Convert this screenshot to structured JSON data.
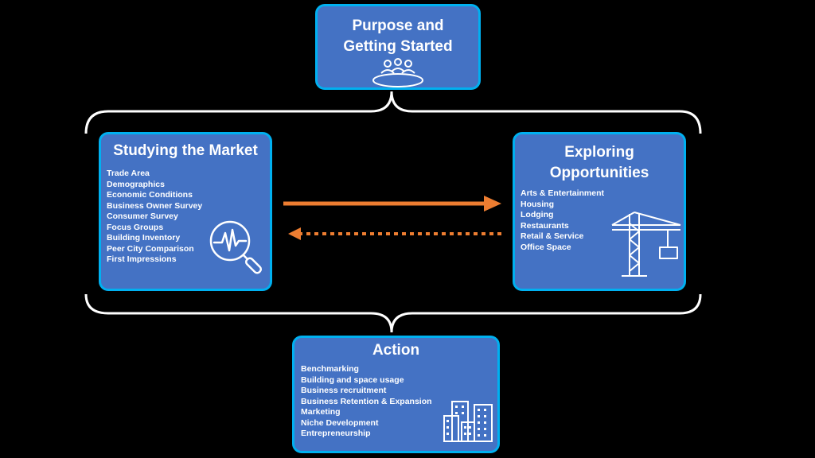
{
  "purpose": {
    "title_line1": "Purpose and",
    "title_line2": "Getting Started",
    "icon": "meeting-table-icon"
  },
  "studying": {
    "title": "Studying the Market",
    "items": [
      "Trade Area",
      "Demographics",
      "Economic Conditions",
      "Business Owner Survey",
      "Consumer Survey",
      "Focus Groups",
      "Building Inventory",
      "Peer City Comparison",
      "First Impressions"
    ],
    "icon": "magnifier-pulse-icon"
  },
  "exploring": {
    "title_line1": "Exploring",
    "title_line2": "Opportunities",
    "items": [
      "Arts & Entertainment",
      "Housing",
      "Lodging",
      "Restaurants",
      "Retail & Service",
      "Office Space"
    ],
    "icon": "crane-icon"
  },
  "action": {
    "title": "Action",
    "items": [
      "Benchmarking",
      "Building and space usage",
      "Business recruitment",
      "Business Retention & Expansion",
      "Marketing",
      "Niche Development",
      "Entrepreneurship"
    ],
    "icon": "buildings-icon"
  },
  "colors": {
    "box_fill": "#4472c4",
    "box_border": "#00b0f0",
    "arrow": "#ed7d31",
    "bracket": "#ffffff",
    "background": "#000000"
  }
}
